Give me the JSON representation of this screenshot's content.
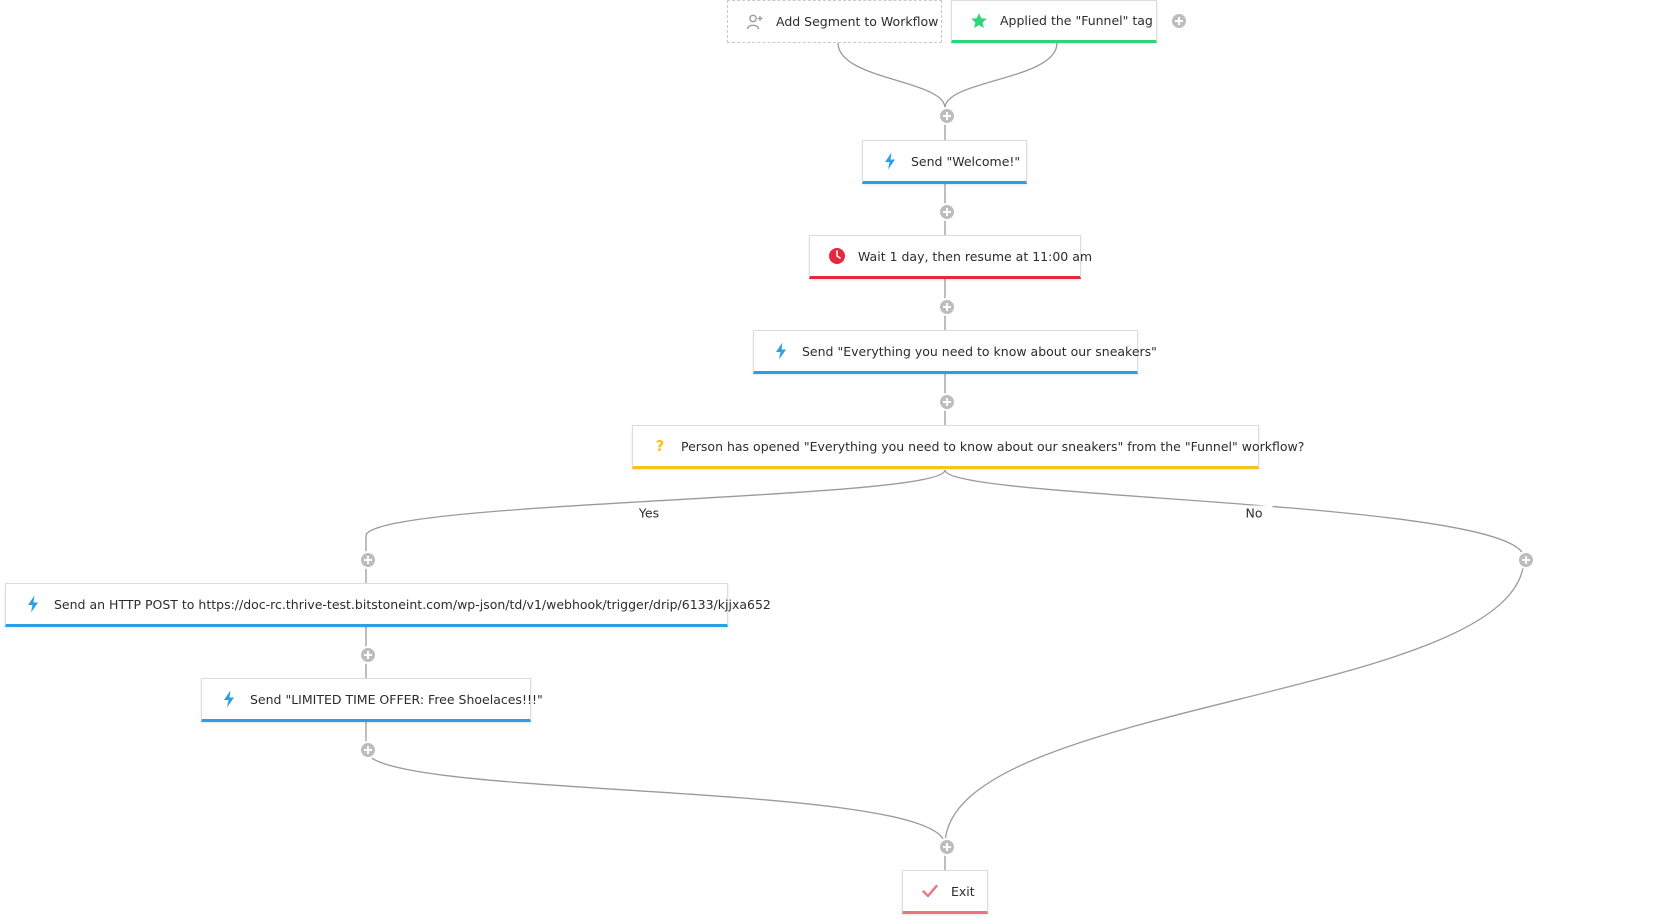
{
  "triggers": {
    "add_segment": "Add Segment to Workflow",
    "applied_tag": "Applied the \"Funnel\" tag"
  },
  "steps": {
    "send_welcome": "Send \"Welcome!\"",
    "wait": "Wait 1 day, then resume at 11:00 am",
    "send_sneakers": "Send \"Everything you need to know about our sneakers\"",
    "decision": "Person has opened \"Everything you need to know about our sneakers\" from the \"Funnel\" workflow?",
    "http_post": "Send an HTTP POST to https://doc-rc.thrive-test.bitstoneint.com/wp-json/td/v1/webhook/trigger/drip/6133/kjjxa652",
    "send_offer": "Send \"LIMITED TIME OFFER: Free Shoelaces!!!\"",
    "exit": "Exit"
  },
  "branches": {
    "yes": "Yes",
    "no": "No"
  },
  "icons": {
    "action": "lightning-bolt-icon",
    "wait": "clock-icon",
    "decision": "question-mark-icon",
    "trigger": "star-icon",
    "segment": "add-person-icon",
    "exit": "checkmark-icon",
    "add": "add-step-icon"
  },
  "colors": {
    "action": "#2a9ee6",
    "wait": "#e5283e",
    "decision": "#f3c51b",
    "trigger": "#2ed576",
    "exit": "#ee7483",
    "connector": "#9a9a9a"
  }
}
